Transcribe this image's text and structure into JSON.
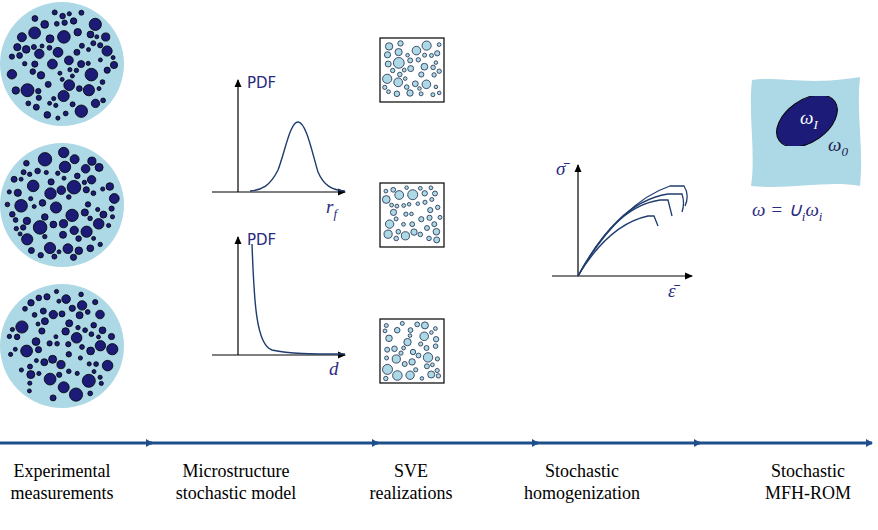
{
  "diagram": {
    "nodes": [
      {
        "text": [
          "ω",
          "0"
        ]
      },
      {
        "text": [
          "ω",
          "I"
        ],
        "in": 0
      }
    ],
    "labels": [
      "PDF",
      "r",
      "f",
      "PDF",
      "d",
      "σ̄",
      "ε̄",
      "ω = ∪",
      "i",
      "ω",
      "i",
      "Experimental measurements",
      "Microstructure stochastic model",
      "SVE realizations",
      "Stochastic homogenization",
      "Stochastic MFH-ROM"
    ]
  }
}
